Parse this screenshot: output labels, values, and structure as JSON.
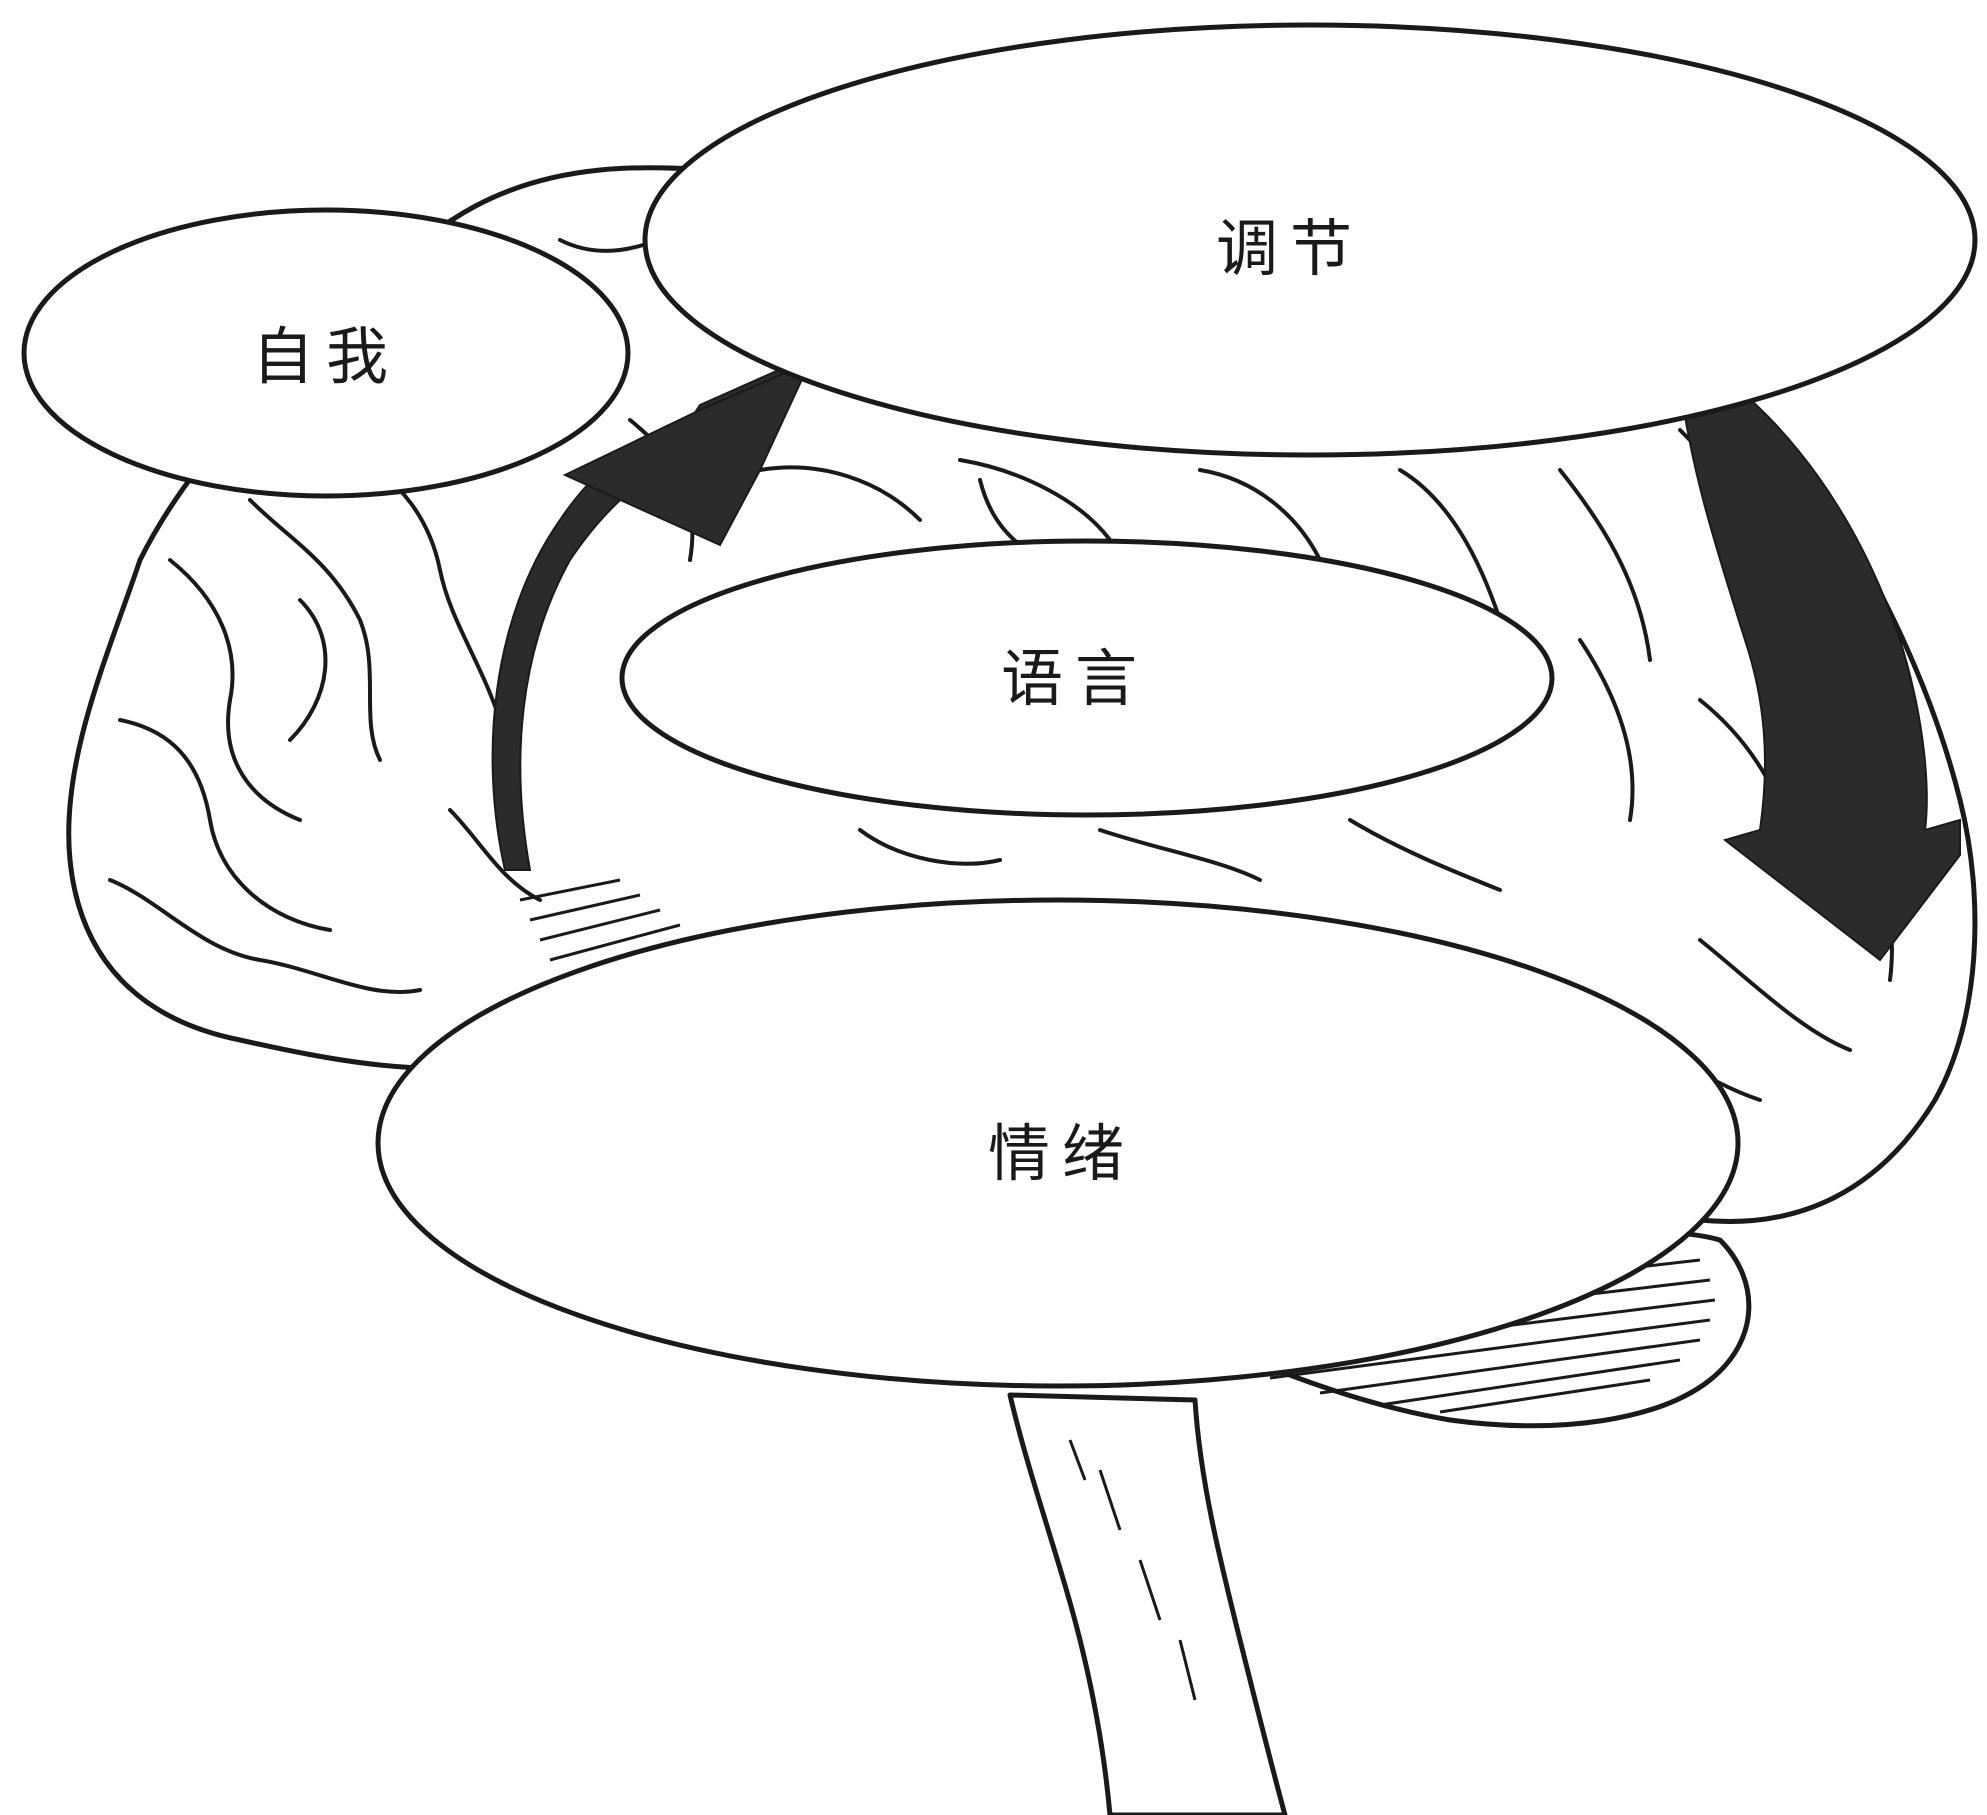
{
  "diagram": {
    "regions": {
      "self": "自我",
      "regulation": "调节",
      "language": "语言",
      "emotion": "情绪"
    }
  }
}
